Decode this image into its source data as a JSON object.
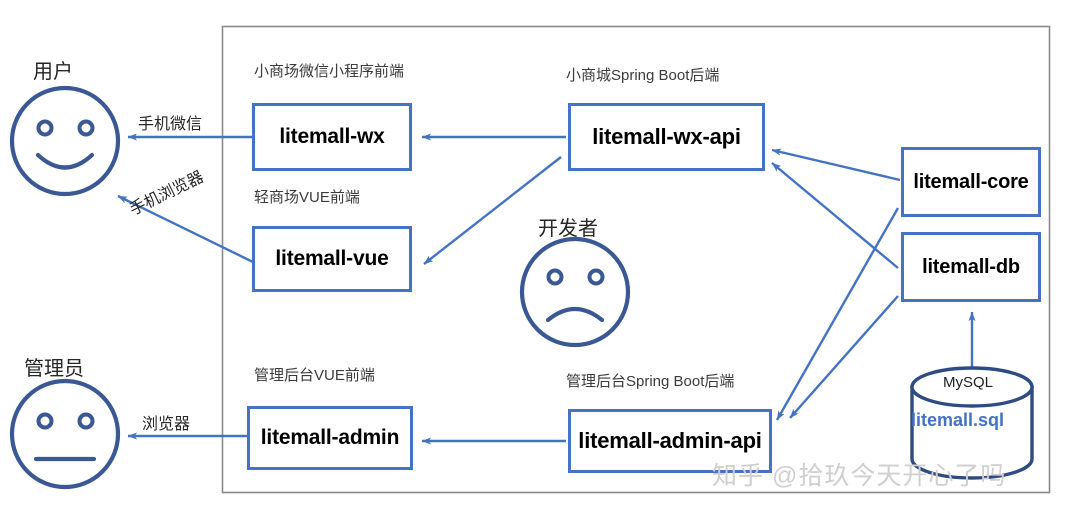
{
  "diagram": {
    "boundary_label": "",
    "actors": [
      {
        "id": "user",
        "label": "用户",
        "mood": "smile"
      },
      {
        "id": "developer",
        "label": "开发者",
        "mood": "frown"
      },
      {
        "id": "admin",
        "label": "管理员",
        "mood": "neutral"
      }
    ],
    "captions": [
      {
        "id": "wx-front",
        "text": "小商场微信小程序前端"
      },
      {
        "id": "api-back",
        "text": "小商城Spring Boot后端"
      },
      {
        "id": "vue-front",
        "text": "轻商场VUE前端"
      },
      {
        "id": "admin-front",
        "text": "管理后台VUE前端"
      },
      {
        "id": "admin-back",
        "text": "管理后台Spring Boot后端"
      }
    ],
    "nodes": [
      {
        "id": "litemall-wx",
        "label": "litemall-wx"
      },
      {
        "id": "litemall-vue",
        "label": "litemall-vue"
      },
      {
        "id": "litemall-admin",
        "label": "litemall-admin"
      },
      {
        "id": "litemall-wx-api",
        "label": "litemall-wx-api"
      },
      {
        "id": "litemall-admin-api",
        "label": "litemall-admin-api"
      },
      {
        "id": "litemall-core",
        "label": "litemall-core"
      },
      {
        "id": "litemall-db",
        "label": "litemall-db"
      }
    ],
    "database": {
      "title": "MySQL",
      "file": "litemall.sql"
    },
    "edge_labels": [
      {
        "id": "wechat",
        "text": "手机微信"
      },
      {
        "id": "mobile-browser",
        "text": "手机浏览器"
      },
      {
        "id": "browser",
        "text": "浏览器"
      }
    ],
    "watermark": "知乎 @拾玖今天开心了吗",
    "colors": {
      "box_border": "#4472C4",
      "arrow": "#4472C4",
      "face_stroke": "#3A5894",
      "db_stroke": "#2F4C82",
      "db_file_text": "#4472C4",
      "boundary": "#7f7f7f",
      "watermark": "#cfcfcf"
    }
  }
}
